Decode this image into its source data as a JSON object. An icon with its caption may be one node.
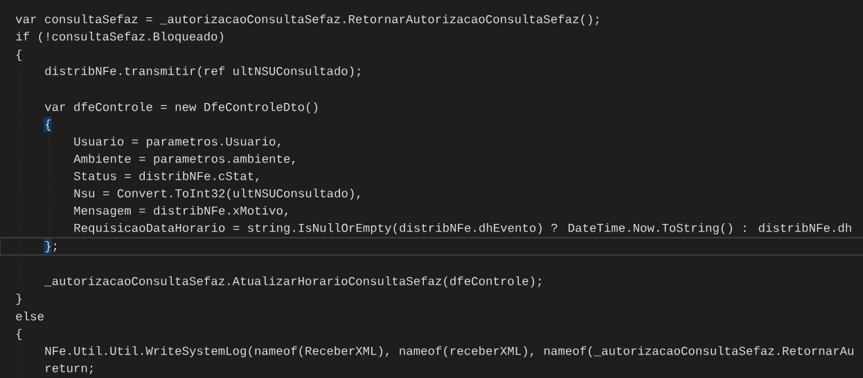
{
  "diagram": {
    "labels": [
      "var consultaSefaz = _autorizacaoConsultaSefaz.RetornarAutorizacaoConsultaSefaz();",
      "if (!consultaSefaz.Bloqueado)",
      "{",
      "distribNFe.transmitir(ref ultNSUConsultado);",
      "var dfeControle = new DfeControleDto()",
      "{",
      "Usuario = parametros.Usuario,",
      "Ambiente = parametros.ambiente,",
      "Status = distribNFe.cStat,",
      "Nsu = Convert.ToInt32(ultNSUConsultado),",
      "Mensagem = distribNFe.xMotivo,",
      "RequisicaoDataHorario = string.IsNullOrEmpty(distribNFe.dhEvento) ? DateTime.Now.ToString() : distribNFe.dh",
      "};",
      "_autorizacaoConsultaSefaz.AtualizarHorarioConsultaSefaz(dfeControle);",
      "}",
      "else",
      "{",
      "NFe.Util.Util.WriteSystemLog(nameof(ReceberXML), nameof(receberXML), nameof(_autorizacaoConsultaSefaz.RetornarAu",
      "return;"
    ]
  }
}
